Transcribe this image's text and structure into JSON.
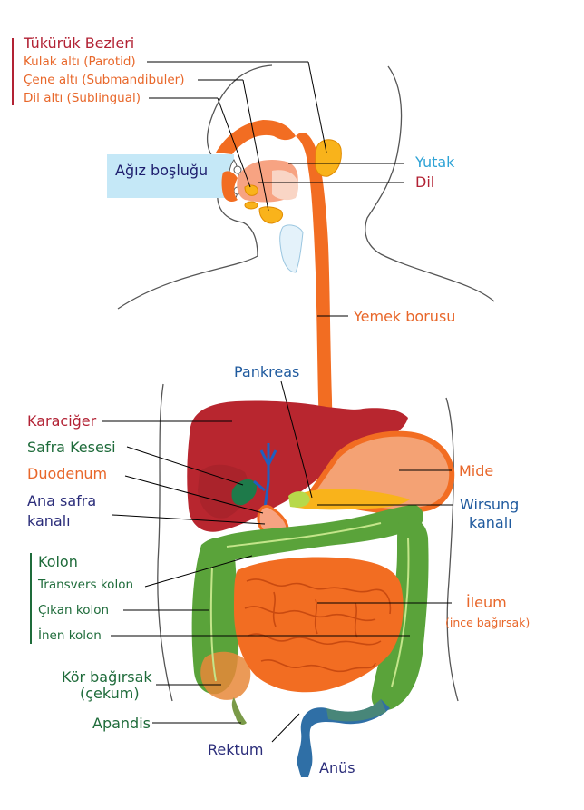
{
  "colors": {
    "salivary": "#b22234",
    "salivary_sub": "#e8672a",
    "oral_box": "#c5e8f7",
    "esophagus": "#f26d22",
    "liver": "#b8262f",
    "stomach": "#f4a274",
    "colon_green": "#5aa33a",
    "small_intestine": "#f26d22",
    "rectum_blue": "#2f6fa6"
  },
  "salivary": {
    "title": "Tükürük Bezleri",
    "parotid": "Kulak altı (Parotid)",
    "submandibular": "Çene altı (Submandibuler)",
    "sublingual": "Dil altı (Sublingual)"
  },
  "labels": {
    "mouth": "Ağız boşluğu",
    "pharynx": "Yutak",
    "tongue": "Dil",
    "esophagus": "Yemek borusu",
    "pancreas": "Pankreas",
    "liver": "Karaciğer",
    "gallbladder": "Safra Kesesi",
    "duodenum": "Duodenum",
    "bile_duct_1": "Ana safra",
    "bile_duct_2": "kanalı",
    "stomach": "Mide",
    "wirsung_1": "Wirsung",
    "wirsung_2": "kanalı",
    "colon": "Kolon",
    "transverse": "Transvers kolon",
    "ascending": "Çıkan kolon",
    "descending": "İnen kolon",
    "ileum": "İleum",
    "ileum_sub": "(ince bağırsak)",
    "cecum_1": "Kör bağırsak",
    "cecum_2": "(çekum)",
    "appendix": "Apandis",
    "rectum": "Rektum",
    "anus": "Anüs"
  }
}
